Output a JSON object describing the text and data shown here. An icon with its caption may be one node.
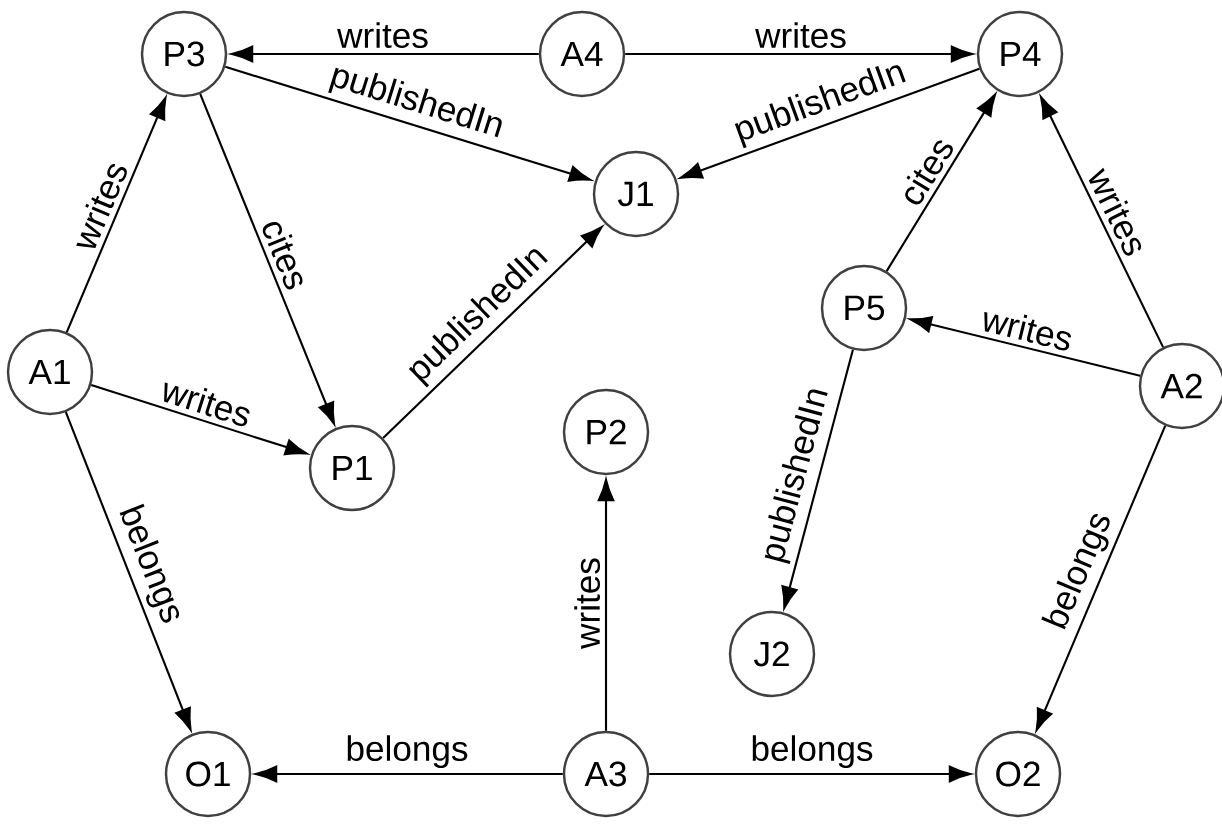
{
  "diagram": {
    "nodes": [
      {
        "text": [
          "P3"
        ]
      },
      {
        "text": [
          "A4"
        ]
      },
      {
        "text": [
          "P4"
        ]
      },
      {
        "text": [
          "J1"
        ]
      },
      {
        "text": [
          "A1"
        ]
      },
      {
        "text": [
          "P1"
        ]
      },
      {
        "text": [
          "P2"
        ]
      },
      {
        "text": [
          "P5"
        ]
      },
      {
        "text": [
          "A2"
        ]
      },
      {
        "text": [
          "J2"
        ]
      },
      {
        "text": [
          "O1"
        ]
      },
      {
        "text": [
          "A3"
        ]
      },
      {
        "text": [
          "O2"
        ]
      }
    ],
    "edges": [
      {
        "from": 1,
        "to": 0,
        "arrow": "to",
        "label": "writes"
      },
      {
        "from": 1,
        "to": 2,
        "arrow": "to",
        "label": "writes"
      },
      {
        "from": 0,
        "to": 3,
        "arrow": "to",
        "label": "publishedIn"
      },
      {
        "from": 2,
        "to": 3,
        "arrow": "to",
        "label": "publishedIn"
      },
      {
        "from": 4,
        "to": 0,
        "arrow": "to",
        "label": "writes"
      },
      {
        "from": 0,
        "to": 5,
        "arrow": "to",
        "label": "cites"
      },
      {
        "from": 4,
        "to": 5,
        "arrow": "to",
        "label": "writes"
      },
      {
        "from": 5,
        "to": 3,
        "arrow": "to",
        "label": "publishedIn"
      },
      {
        "from": 7,
        "to": 2,
        "arrow": "to",
        "label": "cites"
      },
      {
        "from": 8,
        "to": 2,
        "arrow": "to",
        "label": "writes"
      },
      {
        "from": 8,
        "to": 7,
        "arrow": "to",
        "label": "writes"
      },
      {
        "from": 7,
        "to": 9,
        "arrow": "to",
        "label": "publishedIn"
      },
      {
        "from": 4,
        "to": 10,
        "arrow": "to",
        "label": "belongs"
      },
      {
        "from": 11,
        "to": 6,
        "arrow": "to",
        "label": "writes"
      },
      {
        "from": 8,
        "to": 12,
        "arrow": "to",
        "label": "belongs"
      },
      {
        "from": 11,
        "to": 10,
        "arrow": "to",
        "label": "belongs"
      },
      {
        "from": 11,
        "to": 12,
        "arrow": "to",
        "label": "belongs"
      }
    ]
  }
}
